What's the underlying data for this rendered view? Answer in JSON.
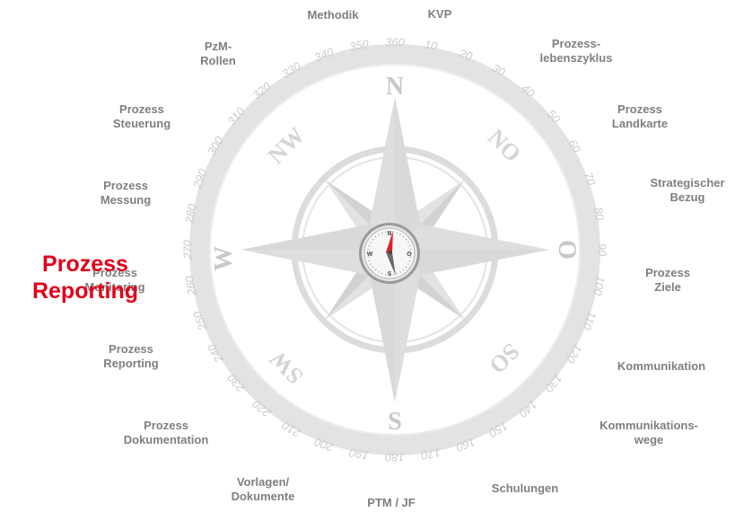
{
  "compass": {
    "directions": {
      "north": "N",
      "east": "O",
      "south": "S",
      "west": "W",
      "northeast": "NO",
      "southeast": "SO",
      "southwest": "SW",
      "northwest": "NW"
    },
    "degree_ticks": [
      "10",
      "20",
      "30",
      "40",
      "50",
      "60",
      "70",
      "80",
      "90",
      "100",
      "110",
      "120",
      "130",
      "140",
      "150",
      "160",
      "170",
      "180",
      "190",
      "200",
      "210",
      "220",
      "230",
      "240",
      "250",
      "260",
      "270",
      "280",
      "290",
      "300",
      "310",
      "320",
      "330",
      "340",
      "350",
      "360"
    ],
    "inner_compass_letters": [
      "N",
      "O",
      "S",
      "W"
    ],
    "needle_color": "#d9242b",
    "rose_color": "#d9d9d9",
    "dial_text_color": "#cccccc"
  },
  "labels": {
    "methodik": "Methodik",
    "kvp": "KVP",
    "pzm_rollen": "PzM-\nRollen",
    "prozess_lebenszyklus": "Prozess-\nlebenszyklus",
    "prozess_steuerung": "Prozess\nSteuerung",
    "prozess_landkarte": "Prozess\nLandkarte",
    "prozess_messung": "Prozess\nMessung",
    "strategischer_bezug": "Strategischer\nBezug",
    "prozess_monitoring": "Prozess\nMonitoring",
    "prozess_ziele": "Prozess\nZiele",
    "prozess_reporting": "Prozess\nReporting",
    "kommunikation": "Kommunikation",
    "prozess_dokumentation": "Prozess\nDokumentation",
    "kommunikationswege": "Kommunikations-\nwege",
    "vorlagen_dokumente": "Vorlagen/\nDokumente",
    "ptm_jf": "PTM / JF",
    "schulungen": "Schulungen"
  },
  "highlight": {
    "text": "Prozess\nReporting",
    "color": "#e0001a"
  },
  "label_color": "#7f7f7f"
}
